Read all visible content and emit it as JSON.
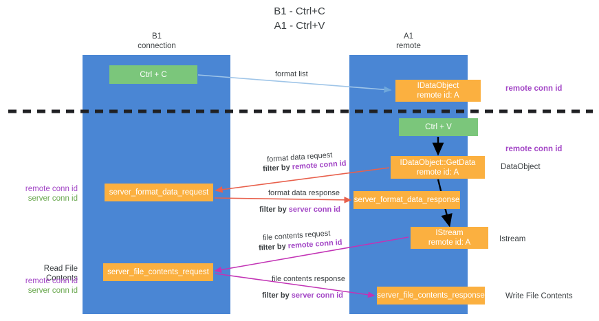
{
  "diagram": {
    "title_line1": "B1 - Ctrl+C",
    "title_line2": "A1 - Ctrl+V",
    "lanes": [
      {
        "id": "b1",
        "name": "B1",
        "role": "connection"
      },
      {
        "id": "a1",
        "name": "A1",
        "role": "remote"
      }
    ],
    "colors": {
      "lane": "#4a86d4",
      "node_green": "#7bc67b",
      "node_orange": "#fbb040",
      "accent_purple": "#a347c6",
      "accent_green": "#6aa84f",
      "arrow_red": "#e8604c",
      "arrow_magenta": "#c233b5",
      "arrow_lightblue": "#9fc5e8",
      "arrow_black": "#000000",
      "divider": "#202124"
    }
  },
  "nodes": {
    "ctrl_c": {
      "label": "Ctrl + C",
      "color": "green"
    },
    "idataobject": {
      "label_line1": "IDataObject",
      "label_line2": "remote id: A",
      "color": "orange"
    },
    "ctrl_v": {
      "label": "Ctrl + V",
      "color": "green"
    },
    "getdata": {
      "label_line1": "IDataObject::GetData",
      "label_line2": "remote id: A",
      "color": "orange"
    },
    "server_format_data_request": {
      "label": "server_format_data_request",
      "color": "orange"
    },
    "server_format_data_response": {
      "label": "server_format_data_response",
      "color": "orange"
    },
    "istream": {
      "label_line1": "IStream",
      "label_line2": "remote id: A",
      "color": "orange"
    },
    "server_file_contents_request": {
      "label": "server_file_contents_request",
      "color": "orange"
    },
    "server_file_contents_response": {
      "label": "server_file_contents_response",
      "color": "orange"
    }
  },
  "edges": {
    "format_list": "format list",
    "format_data_request": "format data request",
    "format_data_request_filter_prefix": "filter by ",
    "format_data_request_filter_key": "remote conn id",
    "format_data_response": "format data response",
    "format_data_response_filter_prefix": "filter by ",
    "format_data_response_filter_key": "server conn id",
    "file_contents_request": "file contents request",
    "file_contents_request_filter_prefix": "filter by ",
    "file_contents_request_filter_key": "remote conn id",
    "file_contents_response": "file contents response",
    "file_contents_response_filter_prefix": "filter by ",
    "file_contents_response_filter_key": "server conn id"
  },
  "annotations": {
    "right_remote_conn_id_top": "remote conn id",
    "right_remote_conn_id_mid": "remote conn id",
    "right_dataobject": "DataObject",
    "right_istream": "Istream",
    "right_write_file_contents": "Write File Contents",
    "left_remote_conn_id_mid": "remote conn id",
    "left_server_conn_id_mid": "server conn id",
    "left_read_file_contents": "Read File Contents",
    "left_remote_conn_id_low": "remote conn id",
    "left_server_conn_id_low": "server conn id"
  }
}
